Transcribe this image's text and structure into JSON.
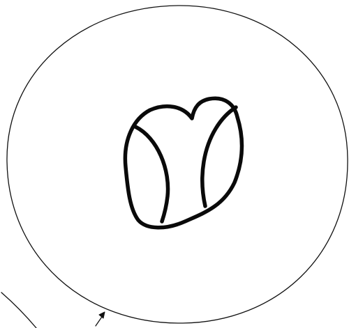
{
  "drawing": {
    "background": "#ffffff",
    "ink_color": "#0a0a0a",
    "outer_shape": "circle",
    "inner_shape": "rounded-lobed-outline",
    "inner_curves": 2,
    "pointer": "arrow"
  }
}
